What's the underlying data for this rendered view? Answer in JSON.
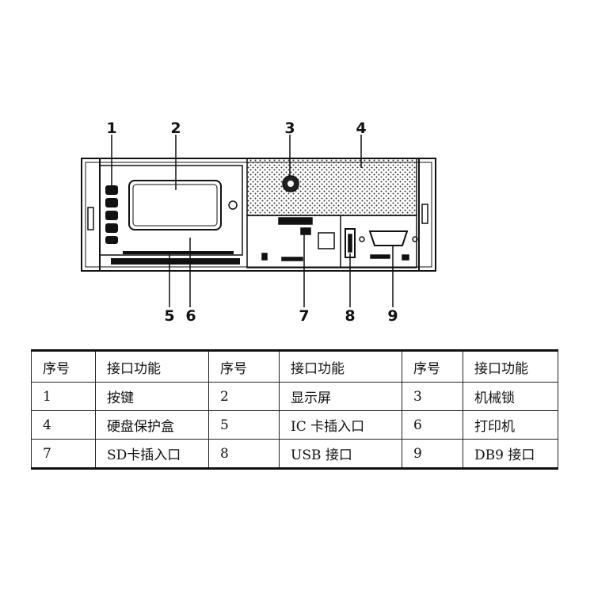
{
  "callouts": [
    "1",
    "2",
    "3",
    "4",
    "5",
    "6",
    "7",
    "8",
    "9"
  ],
  "table": {
    "header": [
      "序号",
      "接口功能",
      "序号",
      "接口功能",
      "序号",
      "接口功能"
    ],
    "rows": [
      [
        "1",
        "按键",
        "2",
        "显示屏",
        "3",
        "机械锁"
      ],
      [
        "4",
        "硬盘保护盒",
        "5",
        "IC 卡插入口",
        "6",
        "打印机"
      ],
      [
        "7",
        "SD卡插入口",
        "8",
        "USB 接口",
        "9",
        "DB9 接口"
      ]
    ]
  }
}
